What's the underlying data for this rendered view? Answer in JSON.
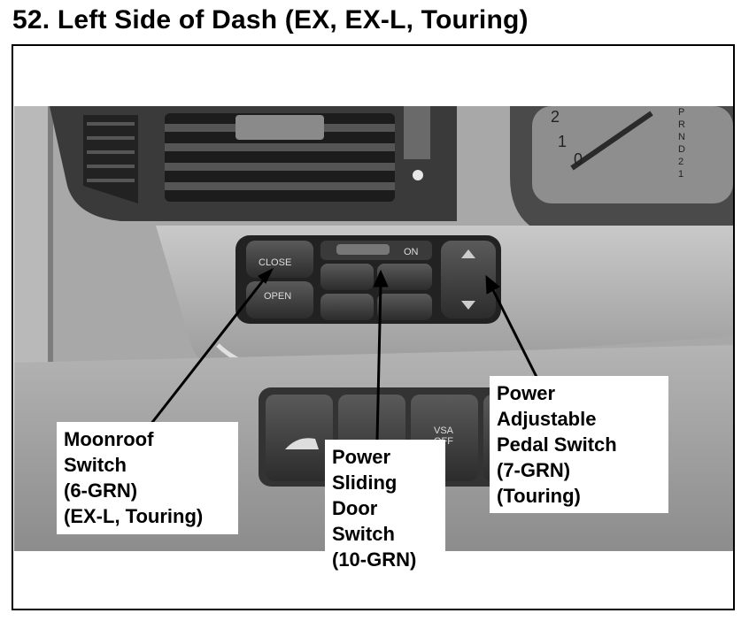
{
  "page": {
    "title": "52. Left Side of Dash (EX, EX-L, Touring)"
  },
  "callouts": {
    "moonroof": [
      "Moonroof",
      "Switch",
      "(6-GRN)",
      "(EX-L, Touring)"
    ],
    "sliding_door": [
      "Power",
      "Sliding",
      "Door",
      "Switch",
      "(10-GRN)"
    ],
    "pedal": [
      "Power",
      "Adjustable",
      "Pedal Switch",
      "(7-GRN)",
      "(Touring)"
    ]
  },
  "switch_labels": {
    "close": "CLOSE",
    "open": "OPEN",
    "on": "ON",
    "vsa": "VSA",
    "off": "OFF"
  },
  "gauge_labels": {
    "gear": [
      "P",
      "R",
      "N",
      "D",
      "2",
      "1"
    ],
    "numbers": [
      "2",
      "1",
      "0"
    ]
  },
  "colors": {
    "border": "#000000",
    "background": "#ffffff",
    "photo_gray": "#a9a9a9"
  }
}
